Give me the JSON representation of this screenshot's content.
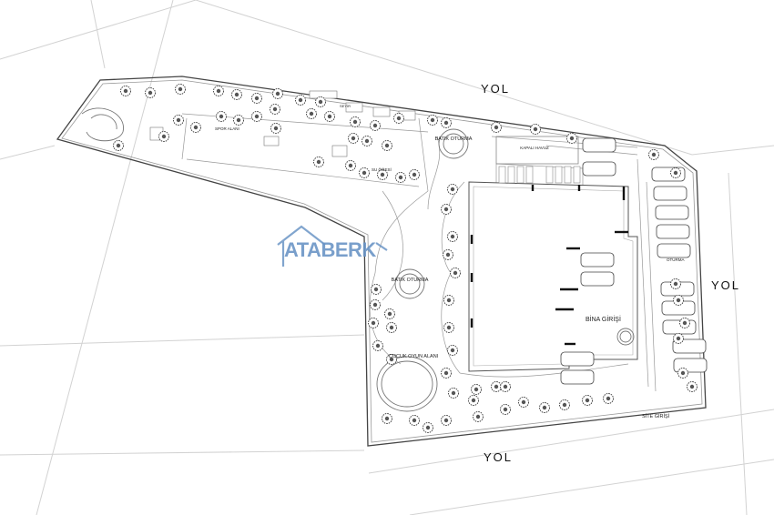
{
  "roads": {
    "top": "YOL",
    "right": "YOL",
    "bottom": "YOL"
  },
  "labels": {
    "batik_oturma_1": "BATIK OTURMA",
    "batik_oturma_2": "BATIK OTURMA",
    "kapali_havuz": "KAPALI HAVUZ",
    "cocuk_oyun": "ÇOCUK OYUN ALANI",
    "bina_girisi": "BİNA GİRİŞİ",
    "site_girisi": "SİTE GİRİŞİ",
    "oturma": "OTURMA",
    "cesme": "SU ÖĞESİ",
    "spor": "SPOR ALANI",
    "seyir": "SEYİR"
  },
  "watermark": {
    "text": "ATABERK"
  },
  "colors": {
    "line": "#555555",
    "light_line": "#c8c8c8",
    "tree": "#3a3a3a",
    "watermark": "#6b95c6"
  }
}
